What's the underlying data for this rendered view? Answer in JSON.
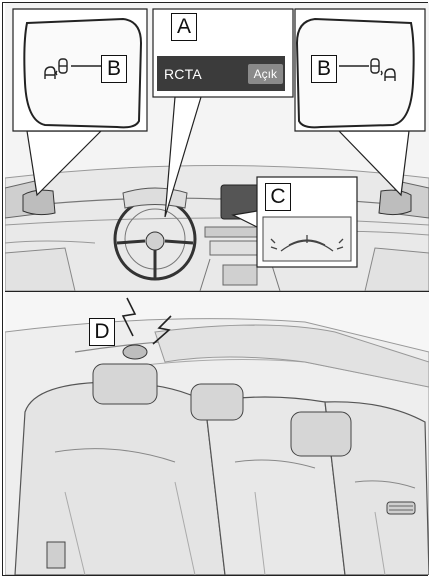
{
  "labels": {
    "a": "A",
    "b_left": "B",
    "b_right": "B",
    "c": "C",
    "d": "D"
  },
  "rcta_display": {
    "text": "RCTA",
    "button_label": "Açık"
  },
  "colors": {
    "line": "#222222",
    "panel_fill": "#f2f2f2",
    "shade": "#d9d9d9",
    "display_bg": "#3b3b3b",
    "button_bg": "#8a8a8a"
  },
  "icons": [
    "blind-spot-left-icon",
    "blind-spot-right-icon",
    "radar-wave-icon",
    "camera-guide-lines-icon"
  ]
}
